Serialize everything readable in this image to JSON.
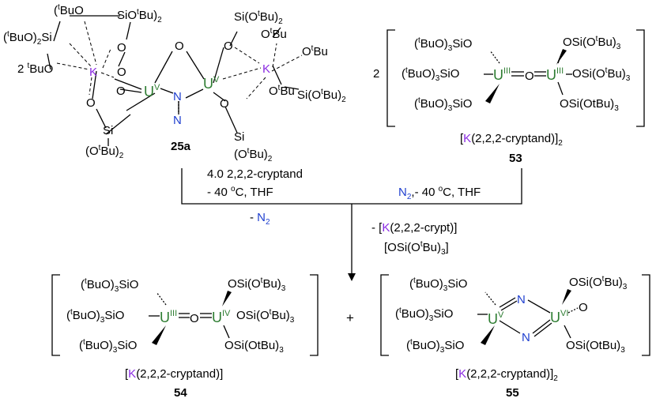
{
  "colors": {
    "uranium": "#2e7d32",
    "potassium": "#8a2be2",
    "nitrogen": "#1f3fcf",
    "ink": "#000000"
  },
  "c25a": {
    "label": "25a",
    "prefix": "2",
    "tl": [
      "tBuO",
      "SiOtBu2",
      "(tBuO)2Si",
      "tBuO"
    ],
    "tr": [
      "Si(OtBu)2",
      "OtBu",
      "OtBu",
      "Si(OtBu)2",
      "OtBu"
    ],
    "bl": [
      "Si",
      "(OtBu)2"
    ],
    "br": [
      "Si",
      "(OtBu)2"
    ]
  },
  "c53": {
    "label": "53",
    "prefix": "2",
    "counter": "[K(2,2,2-cryptand)]2"
  },
  "c54": {
    "label": "54",
    "counter": "[K(2,2,2-cryptand)]"
  },
  "c55": {
    "label": "55",
    "counter": "[K(2,2,2-cryptand)]2"
  },
  "cond_left": [
    "4.0  2,2,2-cryptand",
    "- 40 oC, THF"
  ],
  "cond_right": "N2,- 40 oC, THF",
  "byproduct_n2": "- N2",
  "byproduct_k": [
    "- [K(2,2,2-crypt)]",
    "[OSi(OtBu)3]"
  ],
  "plus": "+",
  "ligands": {
    "left": "(tBuO)3SiO",
    "right": "OSi(OtBu)3",
    "right_alt": "OSi(OtBu3)"
  }
}
